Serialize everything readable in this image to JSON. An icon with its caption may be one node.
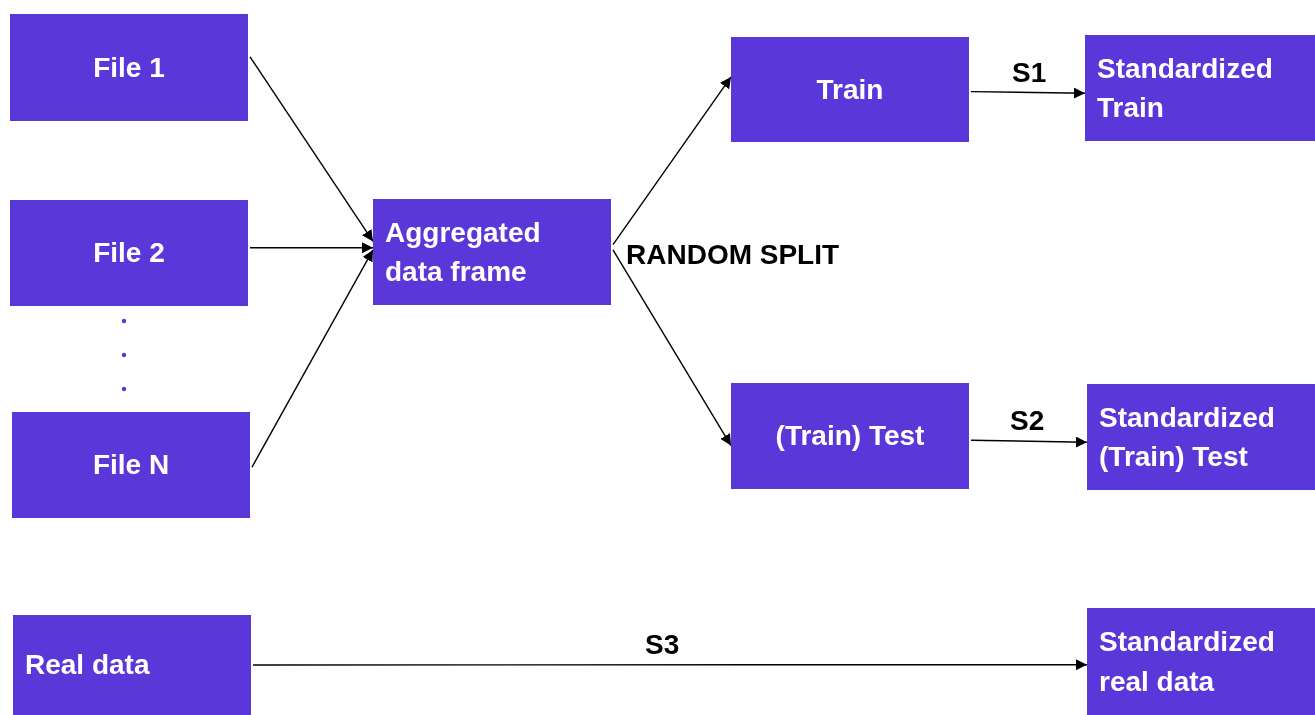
{
  "diagram": {
    "nodes": [
      {
        "text": [
          "File 1"
        ]
      },
      {
        "text": [
          "File 2"
        ]
      },
      {
        "text": [
          "File N"
        ]
      },
      {
        "text": [
          "Aggregated data frame"
        ]
      },
      {
        "text": [
          "Train"
        ]
      },
      {
        "text": [
          "(Train) Test"
        ]
      },
      {
        "text": [
          "Standardized Train"
        ]
      },
      {
        "text": [
          "Standardized (Train) Test"
        ]
      },
      {
        "text": [
          "Real data"
        ]
      },
      {
        "text": [
          "Standardized real data"
        ]
      }
    ],
    "edges": [
      {
        "from": 0,
        "to": 3,
        "arrow": "to"
      },
      {
        "from": 1,
        "to": 3,
        "arrow": "to"
      },
      {
        "from": 2,
        "to": 3,
        "arrow": "to"
      },
      {
        "from": 3,
        "to": 4,
        "arrow": "to"
      },
      {
        "from": 3,
        "to": 5,
        "arrow": "to"
      },
      {
        "from": 4,
        "to": 6,
        "label": "S1",
        "arrow": "to"
      },
      {
        "from": 5,
        "to": 7,
        "label": "S2",
        "arrow": "to"
      },
      {
        "from": 8,
        "to": 9,
        "label": "S3",
        "arrow": "to"
      }
    ],
    "labels": [
      "RANDOM SPLIT"
    ]
  }
}
